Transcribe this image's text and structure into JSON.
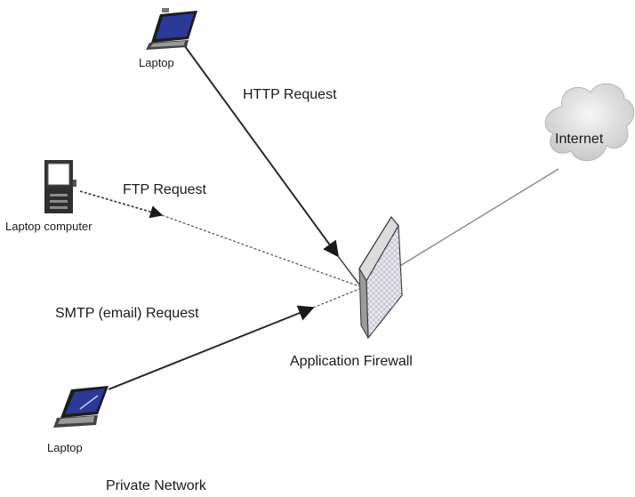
{
  "nodes": {
    "laptop_top": {
      "label": "Laptop"
    },
    "laptop_middle": {
      "label": "Laptop computer"
    },
    "laptop_bottom": {
      "label": "Laptop"
    },
    "firewall": {
      "label": "Application Firewall"
    },
    "internet": {
      "label": "Internet"
    }
  },
  "connections": {
    "http": {
      "label": "HTTP Request"
    },
    "ftp": {
      "label": "FTP Request"
    },
    "smtp": {
      "label": "SMTP (email) Request"
    }
  },
  "caption": "Private Network",
  "colors": {
    "line": "#2a2a2a",
    "dashed_line": "#555555",
    "internet_line": "#888888",
    "laptop_screen": "#2b3a99",
    "firewall_grid": "#b8b8c8"
  }
}
